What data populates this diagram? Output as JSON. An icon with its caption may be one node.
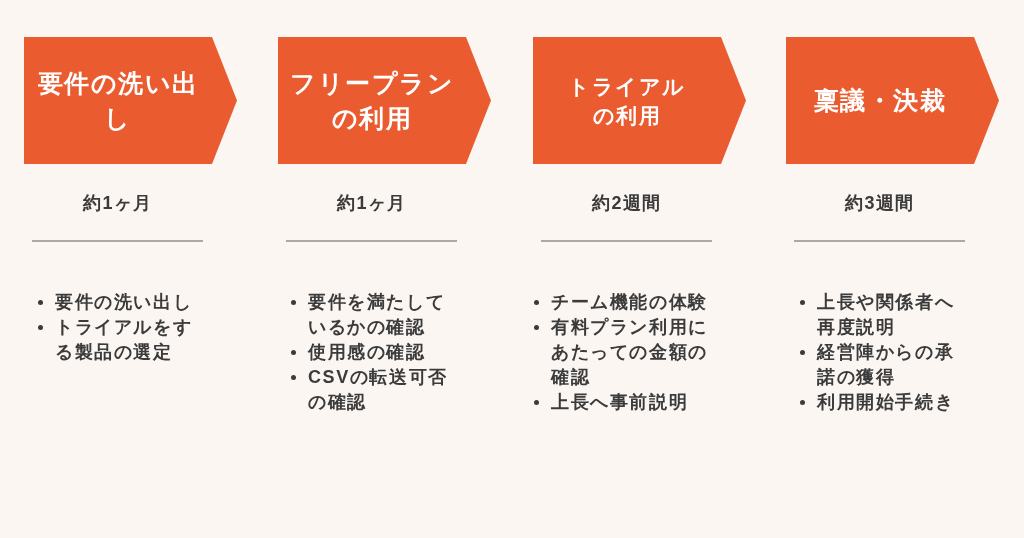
{
  "diagram": {
    "nodes": [
      {
        "text": [
          "要件の洗い出し"
        ],
        "beside": [
          "約1ヶ月",
          "要件の洗い出し",
          "トライアルをする製品の選定"
        ]
      },
      {
        "text": [
          "フリープランの利用"
        ],
        "beside": [
          "約1ヶ月",
          "要件を満たしているかの確認",
          "使用感の確認",
          "CSVの転送可否の確認"
        ]
      },
      {
        "text": [
          "トライアルの利用"
        ],
        "beside": [
          "約2週間",
          "チーム機能の体験",
          "有料プラン利用にあたっての金額の確認",
          "上長へ事前説明"
        ]
      },
      {
        "text": [
          "稟議・決裁"
        ],
        "beside": [
          "約3週間",
          "上長や関係者へ再度説明",
          "経営陣からの承諾の獲得",
          "利用開始手続き"
        ]
      }
    ]
  }
}
